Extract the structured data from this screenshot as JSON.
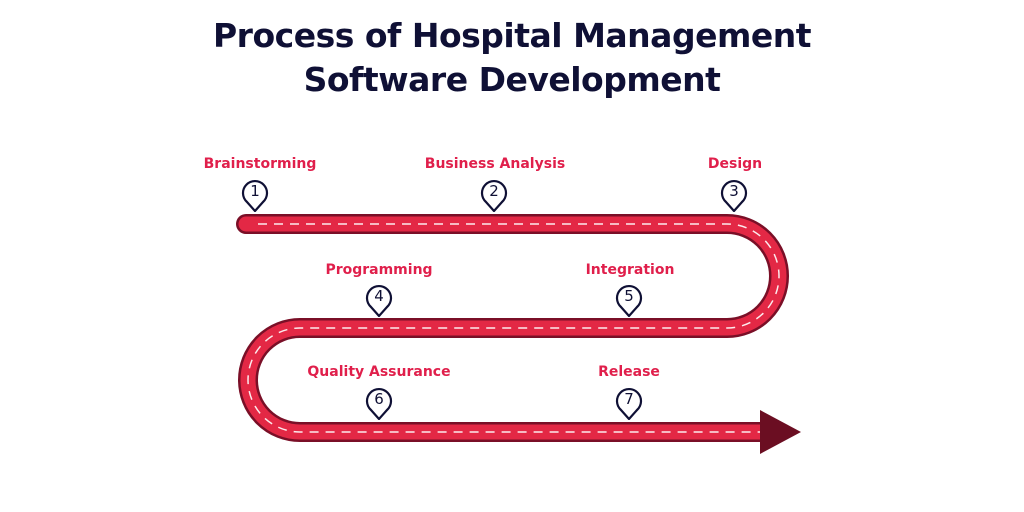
{
  "title": {
    "line1": "Process of Hospital Management",
    "line2": "Software Development"
  },
  "colors": {
    "title": "#0f1035",
    "label": "#e01f4b",
    "road": "#e32845",
    "road_edge": "#7a0f27",
    "arrow_head": "#6b0e22",
    "dash": "#ffffff"
  },
  "steps": [
    {
      "number": "1",
      "label": "Brainstorming"
    },
    {
      "number": "2",
      "label": "Business Analysis"
    },
    {
      "number": "3",
      "label": "Design"
    },
    {
      "number": "4",
      "label": "Programming"
    },
    {
      "number": "5",
      "label": "Integration"
    },
    {
      "number": "6",
      "label": "Quality Assurance"
    },
    {
      "number": "7",
      "label": "Release"
    }
  ]
}
